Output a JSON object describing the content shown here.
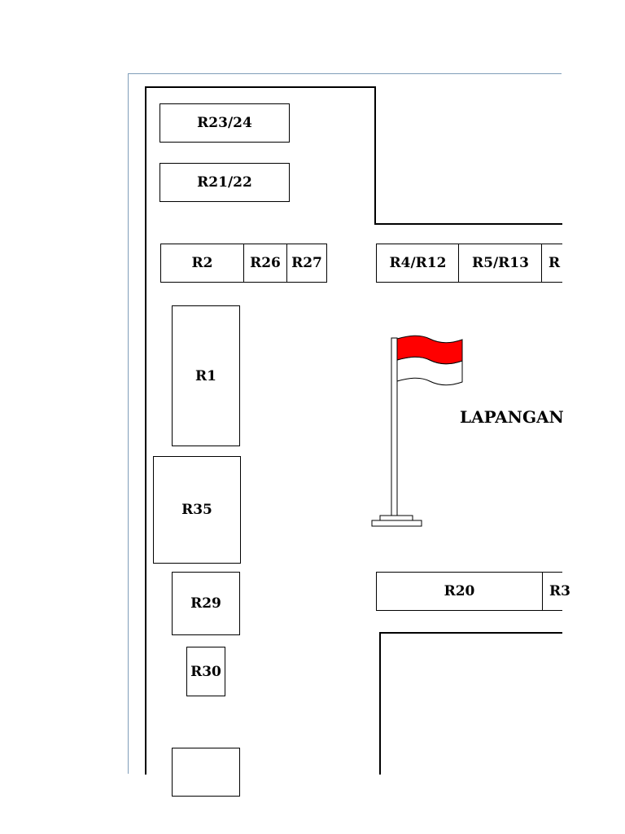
{
  "rooms": {
    "r23_24": "R23/24",
    "r21_22": "R21/22",
    "r2": "R2",
    "r26": "R26",
    "r27": "R27",
    "r4_r12": "R4/R12",
    "r5_r13": "R5/R13",
    "r_cut_top": "R",
    "r1": "R1",
    "r35": "R35",
    "r29": "R29",
    "r30": "R30",
    "r20": "R20",
    "r_cut_bottom": "R3"
  },
  "field": {
    "label": "LAPANGAN"
  },
  "flag": {
    "top_color": "#ff0000",
    "bottom_color": "#ffffff"
  }
}
